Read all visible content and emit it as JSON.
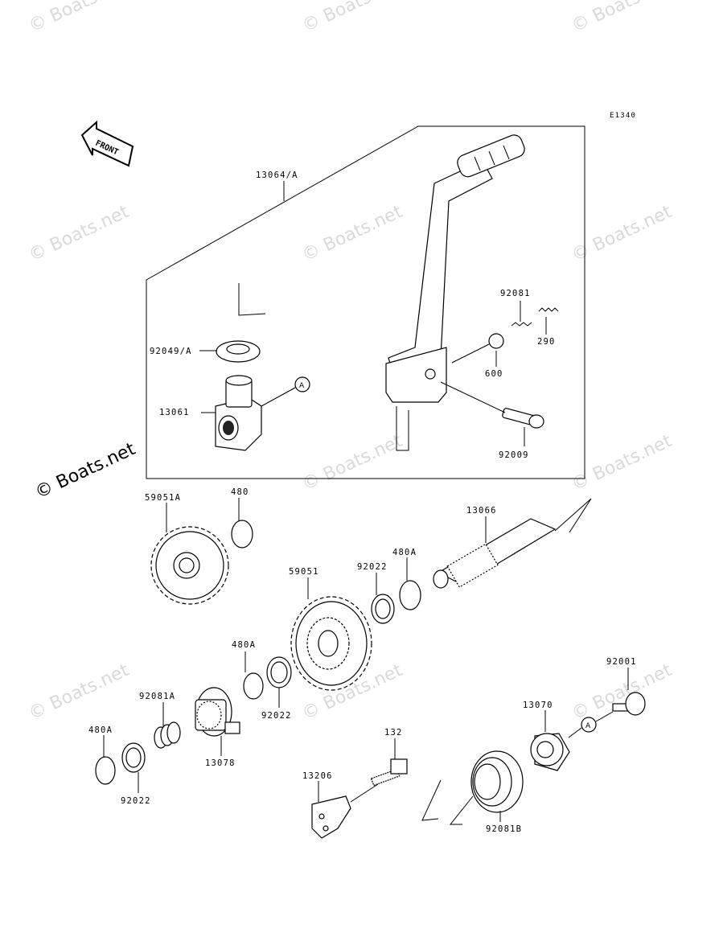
{
  "diagram_code": "E1340",
  "front_label": "FRONT",
  "copyright": "© Boats.net",
  "watermark": "© Boats.net",
  "reference_marker": "A",
  "parts": {
    "kick_pedal_assy": "13064/A",
    "collar": "92049/A",
    "kick_pedal_boss": "13061",
    "spring_92081": "92081",
    "spring_290": "290",
    "ball": "600",
    "bolt_92009": "92009",
    "gear_59051A": "59051A",
    "circlip_480": "480",
    "kick_shaft": "13066",
    "circlip_480A_top": "480A",
    "washer_92022_top": "92022",
    "gear_59051": "59051",
    "circlip_480A_mid": "480A",
    "washer_92022_mid": "92022",
    "spring_92081A": "92081A",
    "ratchet": "13078",
    "circlip_480A_low": "480A",
    "washer_92022_low": "92022",
    "bolt_132": "132",
    "guide_13206": "13206",
    "return_spring": "92081B",
    "spring_guide": "13070",
    "bolt_92001": "92001"
  }
}
